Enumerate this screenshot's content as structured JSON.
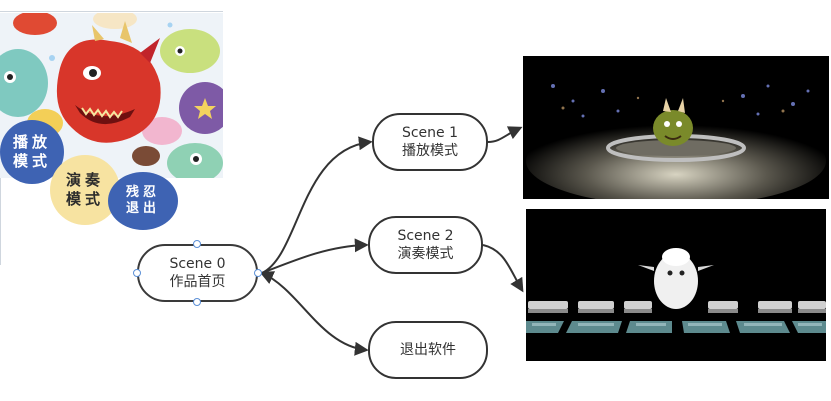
{
  "poster": {
    "menu": {
      "play_line1": "播放",
      "play_line2": "模式",
      "perform_line1": "演奏",
      "perform_line2": "模式",
      "exit_line1": "残忍",
      "exit_line2": "退出"
    }
  },
  "nodes": {
    "scene0": {
      "title": "Scene 0",
      "subtitle": "作品首页"
    },
    "scene1": {
      "title": "Scene 1",
      "subtitle": "播放模式"
    },
    "scene2": {
      "title": "Scene 2",
      "subtitle": "演奏模式"
    },
    "exit": {
      "title": "退出软件"
    }
  },
  "colors": {
    "node_border": "#333333",
    "handle_border": "#5b8fd6",
    "menu_blue": "#3e63b3",
    "menu_yellow": "#f7e3a1"
  }
}
